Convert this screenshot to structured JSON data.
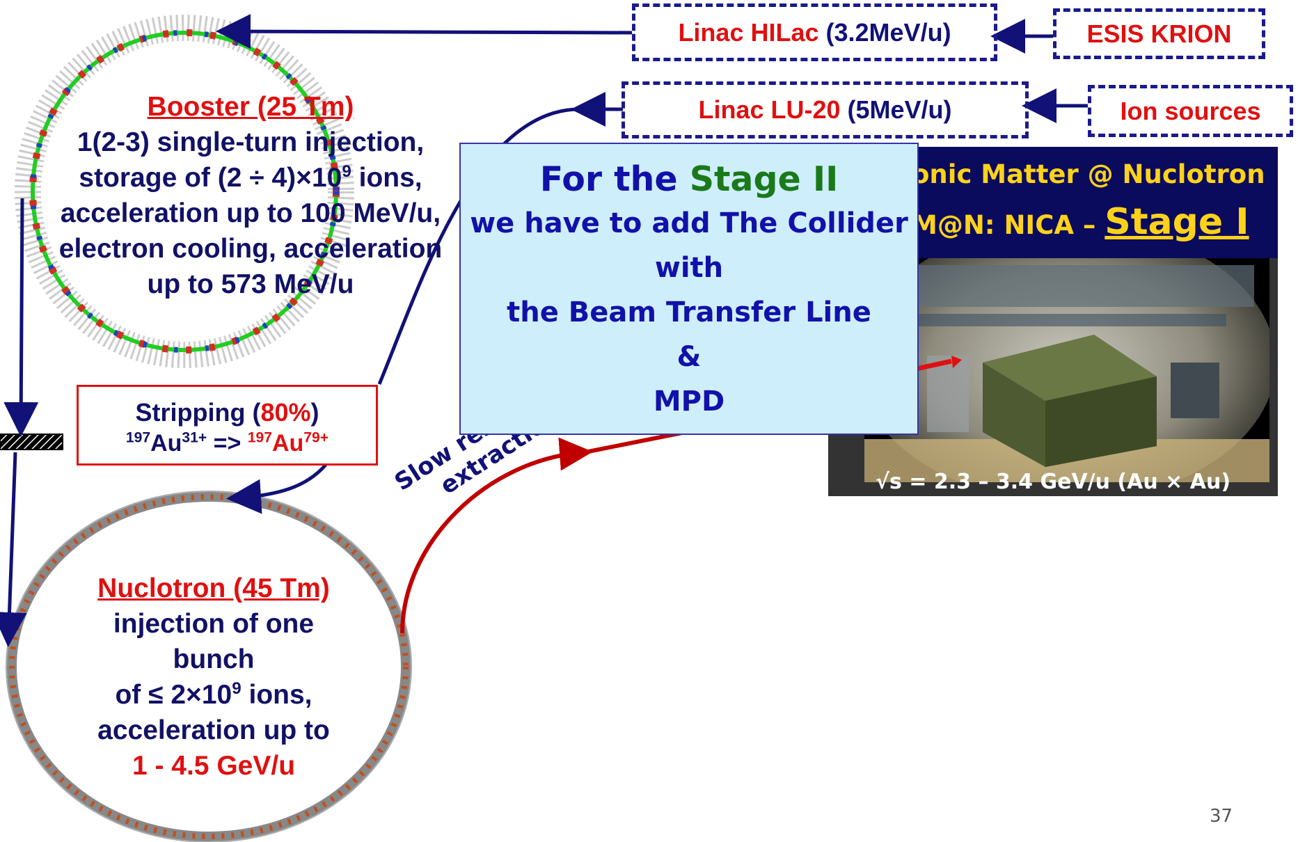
{
  "linacs": {
    "hilac": {
      "name": "Linac HILac",
      "energy": "(3.2MeV/u)"
    },
    "lu20": {
      "name": "Linac LU-20",
      "energy": "(5MeV/u)"
    }
  },
  "sources": {
    "esis": "ESIS KRION",
    "ion": "Ion sources"
  },
  "booster": {
    "title": "Booster (25 Tm)",
    "line1": "1(2-3) single-turn injection,",
    "line2_pre": "storage of (2 ÷ 4)×10",
    "line2_sup": "9",
    "line2_post": " ions,",
    "line3": "acceleration up to 100 MeV/u,",
    "line4": "electron cooling, acceleration",
    "line5": "up to 573 MeV/u"
  },
  "stripping": {
    "label": "Stripping (",
    "percent": "80%",
    "close": ")",
    "iso1_mass": "197",
    "iso1_el": "Au",
    "iso1_charge": "31+",
    "arrow": " => ",
    "iso2_mass": "197",
    "iso2_el": "Au",
    "iso2_charge": "79+"
  },
  "nuclotron": {
    "title": "Nuclotron (45 Tm)",
    "line1": "injection of one",
    "line2": "bunch",
    "line3_pre": "of ≤ 2×10",
    "line3_sup": "9",
    "line3_post": " ions,",
    "line4": "acceleration up to",
    "line5": "1 - 4.5 GeV/u"
  },
  "stage2": {
    "head_pre": "For the ",
    "head_stage": "Stage II",
    "line1": "we have to add The Collider",
    "line2": "with",
    "line3": "the Beam Transfer Line",
    "line4": "&",
    "line5": "MPD"
  },
  "panel": {
    "line1": "onic Matter @ Nuclotron",
    "line2_pre": "M@N: NICA – ",
    "line2_stage": "Stage I",
    "caption": "√s = 2.3 – 3.4 GeV/u (Au × Au)"
  },
  "extraction": {
    "line1": "Slow resonance",
    "line2": "extraction"
  },
  "page_number": "37",
  "colors": {
    "navy": "#111177",
    "red": "#e01010",
    "stage_box": "#cfeefc",
    "panel_header": "#0b0b5e",
    "panel_text": "#ffd21a"
  }
}
